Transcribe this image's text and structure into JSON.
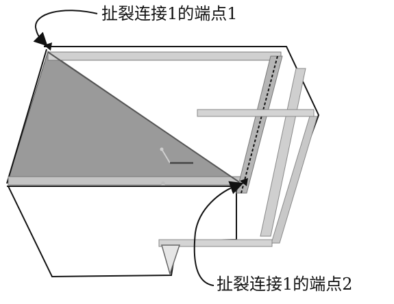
{
  "annotations": [
    {
      "id": "endpoint-1",
      "text": "扯裂连接1的端点1"
    },
    {
      "id": "endpoint-2",
      "text": "扯裂连接1的端点2"
    }
  ],
  "colors": {
    "face_fill": "#9a9a9a",
    "edge": "#111111",
    "bar_light": "#d0d0d0",
    "bar_mid": "#b6b6b6"
  }
}
